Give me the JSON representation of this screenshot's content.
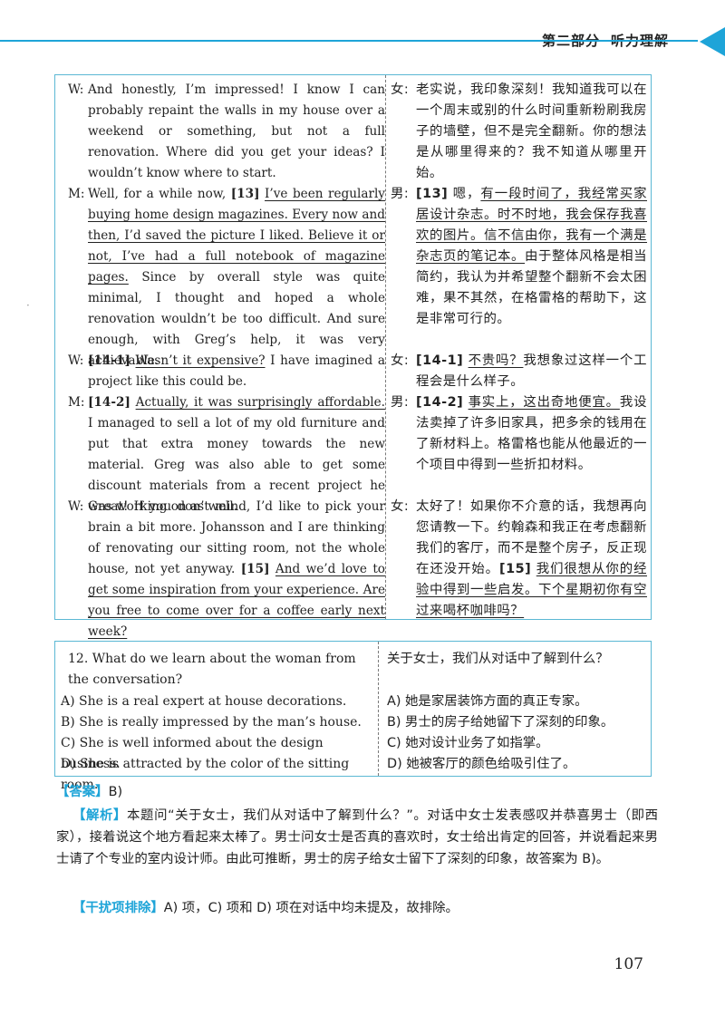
{
  "header": {
    "part": "第二部分",
    "section": "听力理解"
  },
  "dialog": {
    "en": [
      {
        "speaker": "W:",
        "segments": [
          {
            "t": "And honestly, I’m impressed! I know I can probably repaint the walls in my house over a weekend or something, but not a full renovation. Where did you get your ideas? I wouldn’t know where to start."
          }
        ]
      },
      {
        "speaker": "M:",
        "segments": [
          {
            "t": "Well, for a while now, "
          },
          {
            "t": "[13]",
            "num": true
          },
          {
            "t": " "
          },
          {
            "t": "I’ve been regularly buying home design magazines. Every now and then, I’d saved the picture I liked. Believe it or not, I’ve had a full notebook of magazine pages.",
            "u": true
          },
          {
            "t": " Since by overall style was quite minimal, I thought and hoped a whole renovation wouldn’t be too difficult. And sure enough, with Greg’s help, it was very achievable."
          }
        ]
      },
      {
        "speaker": "W:",
        "segments": [
          {
            "t": "[14-1]",
            "num": true
          },
          {
            "t": " "
          },
          {
            "t": "Wasn’t it expensive?",
            "u": true
          },
          {
            "t": " I have imagined a project like this could be."
          }
        ]
      },
      {
        "speaker": "M:",
        "segments": [
          {
            "t": "[14-2]",
            "num": true
          },
          {
            "t": " "
          },
          {
            "t": "Actually, it was surprisingly affordable.",
            "u": true
          },
          {
            "t": " I managed to sell a lot of my old furniture and put that extra money towards the new material. Greg was also able to get some discount materials from a recent project he was working on as well."
          }
        ]
      },
      {
        "speaker": "W:",
        "segments": [
          {
            "t": "Great! If you don’t mind, I’d like to pick your brain a bit more. Johansson and I are thinking of renovating our sitting room, not the whole house, not yet anyway. "
          },
          {
            "t": "[15]",
            "num": true
          },
          {
            "t": " "
          },
          {
            "t": "And we’d love to get some inspiration from your experience. Are you free to come over for a coffee early next week?",
            "u": true
          }
        ]
      }
    ],
    "zh": [
      {
        "speaker": "女:",
        "segments": [
          {
            "t": "老实说，我印象深刻！我知道我可以在一个周末或别的什么时间重新粉刷我房子的墙壁，但不是完全翻新。你的想法是从哪里得来的？我不知道从哪里开始。"
          }
        ]
      },
      {
        "speaker": "男:",
        "segments": [
          {
            "t": "[13]",
            "num": true
          },
          {
            "t": " 嗯，"
          },
          {
            "t": "有一段时间了，我经常买家居设计杂志。时不时地，我会保存我喜欢的图片。信不信由你，我有一个满是杂志页的笔记本。",
            "u": true
          },
          {
            "t": "由于整体风格是相当简约，我认为并希望整个翻新不会太困难，果不其然，在格雷格的帮助下，这是非常可行的。"
          }
        ]
      },
      {
        "speaker": "女:",
        "segments": [
          {
            "t": "[14-1]",
            "num": true
          },
          {
            "t": " "
          },
          {
            "t": "不贵吗？",
            "u": true
          },
          {
            "t": "我想象过这样一个工程会是什么样子。"
          }
        ]
      },
      {
        "speaker": "男:",
        "segments": [
          {
            "t": "[14-2]",
            "num": true
          },
          {
            "t": " "
          },
          {
            "t": "事实上，这出奇地便宜。",
            "u": true
          },
          {
            "t": "我设法卖掉了许多旧家具，把多余的钱用在了新材料上。格雷格也能从他最近的一个项目中得到一些折扣材料。"
          }
        ]
      },
      {
        "speaker": "女:",
        "segments": [
          {
            "t": "太好了！如果你不介意的话，我想再向您请教一下。约翰森和我正在考虑翻新我们的客厅，而不是整个房子，反正现在还没开始。"
          },
          {
            "t": "[15]",
            "num": true
          },
          {
            "t": " "
          },
          {
            "t": "我们很想从你的经验中得到一些启发。下个星期初你有空过来喝杯咖啡吗？",
            "u": true
          }
        ]
      }
    ]
  },
  "question": {
    "en_stem": "12. What do we learn about the woman from the conversation?",
    "zh_stem": "关于女士，我们从对话中了解到什么？",
    "options_en": [
      "A) She is a real expert at house decorations.",
      "B) She is really impressed by the man’s house.",
      "C) She is well informed about the design business.",
      "D) She is attracted by the color of the sitting room."
    ],
    "options_zh": [
      "A) 她是家居装饰方面的真正专家。",
      "B) 男士的房子给她留下了深刻的印象。",
      "C) 她对设计业务了如指掌。",
      "D) 她被客厅的颜色给吸引住了。"
    ]
  },
  "answer": {
    "answer_tag": "【答案】",
    "answer_value": "B)",
    "analysis_tag": "【解析】",
    "analysis_text": "本题问“关于女士，我们从对话中了解到什么？”。对话中女士发表感叹并恭喜男士（即西家），接着说这个地方看起来太棒了。男士问女士是否真的喜欢时，女士给出肯定的回答，并说看起来男士请了个专业的室内设计师。由此可推断，男士的房子给女士留下了深刻的印象，故答案为 B)。",
    "distractor_tag": "【干扰项排除】",
    "distractor_text": "A) 项，C) 项和 D) 项在对话中均未提及，故排除。"
  },
  "page_number": "107",
  "colors": {
    "accent": "#1ea4d8",
    "box_border": "#5bb8d4"
  }
}
